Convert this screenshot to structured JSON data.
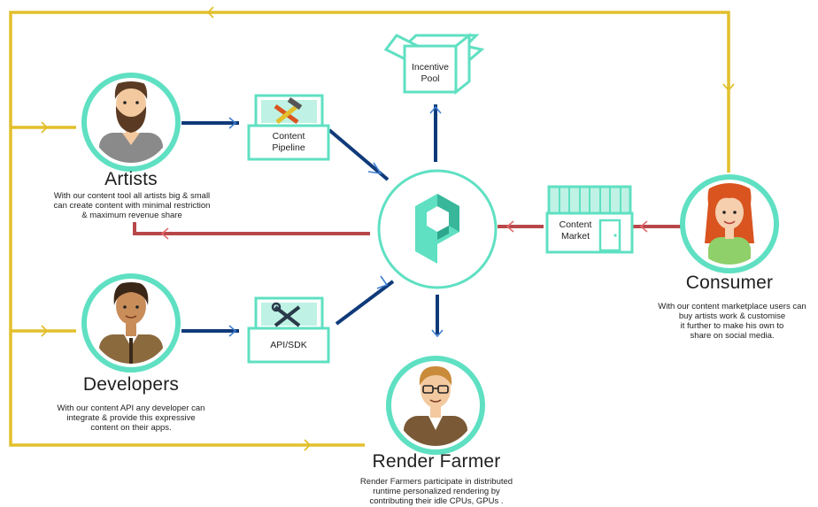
{
  "nodes": {
    "artists": {
      "title": "Artists",
      "description": "With our content tool all artists big & small\ncan create content with minimal restriction\n& maximum revenue share"
    },
    "developers": {
      "title": "Developers",
      "description": "With our content API any developer can\nintegrate & provide this expressive\ncontent on their apps."
    },
    "consumer": {
      "title": "Consumer",
      "description": "With our content marketplace users can\nbuy artists work & customise\nit further to make his own to\nshare on social media."
    },
    "render_farmer": {
      "title": "Render Farmer",
      "description": "Render Farmers participate in distributed\nruntime personalized rendering by\ncontributing their idle CPUs, GPUs ."
    },
    "content_pipeline": {
      "label": "Content\nPipeline"
    },
    "api_sdk": {
      "label": "API/SDK"
    },
    "incentive_pool": {
      "label": "Incentive\nPool"
    },
    "content_market": {
      "label": "Content\nMarket"
    }
  },
  "colors": {
    "teal": "#5fe0c2",
    "navy": "#0f3a7a",
    "gold": "#e2bf2c",
    "red": "#b8474a",
    "hair_brown": "#5a3a22",
    "hair_red": "#d9541f"
  },
  "icons": [
    "artist-avatar-icon",
    "developer-avatar-icon",
    "consumer-avatar-icon",
    "render-farmer-avatar-icon",
    "toolbox-icon",
    "wrench-screwdriver-icon",
    "open-box-icon",
    "storefront-icon",
    "platform-logo-icon"
  ]
}
